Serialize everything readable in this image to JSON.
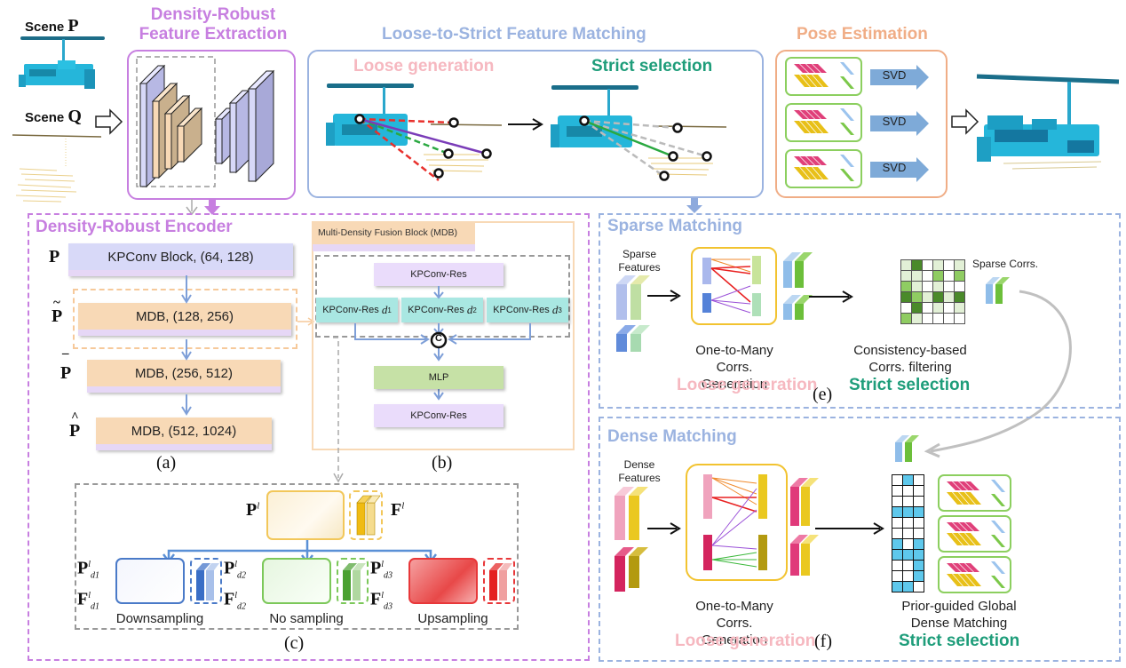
{
  "inputs": {
    "scene_p_label": "Scene",
    "scene_p_symbol": "P",
    "scene_q_label": "Scene",
    "scene_q_symbol": "Q"
  },
  "stages": {
    "extraction_title_line1": "Density-Robust",
    "extraction_title_line2": "Feature Extraction",
    "matching_title": "Loose-to-Strict Feature Matching",
    "loose_label": "Loose generation",
    "strict_label": "Strict selection",
    "pose_title": "Pose Estimation",
    "svd_labels": [
      "SVD",
      "SVD",
      "SVD"
    ]
  },
  "encoder": {
    "title": "Density-Robust Encoder",
    "rows": [
      {
        "symbol": "P",
        "accent": "",
        "label": "KPConv Block, (64, 128)"
      },
      {
        "symbol": "P",
        "accent": "~",
        "label": "MDB, (128, 256)"
      },
      {
        "symbol": "P",
        "accent": "¯",
        "label": "MDB, (256, 512)"
      },
      {
        "symbol": "P",
        "accent": "^",
        "label": "MDB, (512, 1024)"
      }
    ],
    "caption": "(a)"
  },
  "mdb": {
    "title": "Multi-Density Fusion Block (MDB)",
    "kpconv_res_top": "KPConv-Res",
    "branches": [
      {
        "label": "KPConv-Res",
        "sub": "1"
      },
      {
        "label": "KPConv-Res",
        "sub": "2"
      },
      {
        "label": "KPConv-Res",
        "sub": "3"
      }
    ],
    "concat_symbol": "C",
    "mlp": "MLP",
    "kpconv_res_bottom": "KPConv-Res",
    "caption": "(b)"
  },
  "sampling": {
    "input_point": "P",
    "input_feature": "F",
    "branches": [
      {
        "label": "Downsampling",
        "sub": "1",
        "color": "#4a7ac8"
      },
      {
        "label": "No sampling",
        "sub": "2",
        "color": "#7cc85a"
      },
      {
        "label": "Upsampling",
        "sub": "3",
        "color": "#e8383a"
      }
    ],
    "caption": "(c)"
  },
  "sparse": {
    "title": "Sparse Matching",
    "features_label_line1": "Sparse",
    "features_label_line2": "Features",
    "gen_label_line1": "One-to-Many",
    "gen_label_line2": "Corrs. Generation",
    "loose_label": "Loose generation",
    "filter_label_line1": "Consistency-based",
    "filter_label_line2": "Corrs. filtering",
    "strict_label": "Strict selection",
    "corrs_label": "Sparse Corrs.",
    "caption": "(e)",
    "matrix_levels": [
      [
        1,
        3,
        0,
        1,
        0,
        1
      ],
      [
        1,
        1,
        0,
        2,
        0,
        2
      ],
      [
        2,
        1,
        0,
        1,
        0,
        0
      ],
      [
        3,
        2,
        1,
        3,
        1,
        3
      ],
      [
        0,
        3,
        0,
        1,
        0,
        1
      ],
      [
        2,
        1,
        0,
        0,
        0,
        0
      ]
    ]
  },
  "dense": {
    "title": "Dense Matching",
    "features_label_line1": "Dense",
    "features_label_line2": "Features",
    "gen_label_line1": "One-to-Many",
    "gen_label_line2": "Corrs. Generation",
    "loose_label": "Loose generation",
    "match_label_line1": "Prior-guided Global",
    "match_label_line2": "Dense Matching",
    "strict_label": "Strict selection",
    "caption": "(f)",
    "matrix": [
      [
        0,
        1,
        0
      ],
      [
        0,
        0,
        0
      ],
      [
        0,
        0,
        0
      ],
      [
        1,
        1,
        1
      ],
      [
        0,
        0,
        0
      ],
      [
        0,
        0,
        0
      ],
      [
        1,
        0,
        1
      ],
      [
        1,
        1,
        1
      ],
      [
        0,
        0,
        1
      ],
      [
        0,
        0,
        1
      ],
      [
        1,
        1,
        0
      ]
    ]
  },
  "colors": {
    "purple": "#c77fe0",
    "blue": "#9bb3e0",
    "orange": "#f0ad86",
    "loose_pink": "#f6b8c0",
    "strict_green": "#1e9d7a",
    "block_orange": "#f8d9b6",
    "block_lavender": "#d8d9f8",
    "block_teal": "#a9e7e2",
    "block_green": "#c6e1a6",
    "cloud_cyan": "#25b6da"
  }
}
